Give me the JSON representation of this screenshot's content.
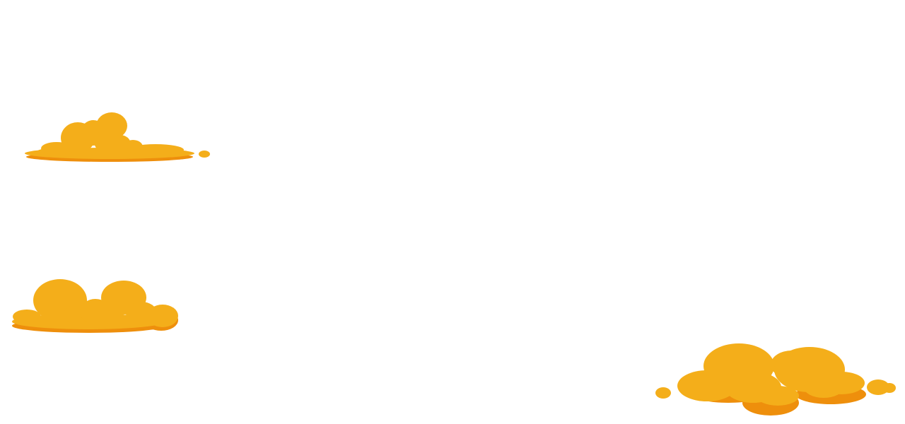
{
  "scene": {
    "background_color": "#ffffff",
    "cloud_main_color": "#f4ae1a",
    "cloud_shadow_color": "#ee8f0c",
    "clouds": [
      {
        "name": "cloud-top-left",
        "icon": "cloud-icon"
      },
      {
        "name": "cloud-middle-left",
        "icon": "cloud-icon"
      },
      {
        "name": "cloud-bottom-right",
        "icon": "cloud-icon"
      }
    ]
  }
}
